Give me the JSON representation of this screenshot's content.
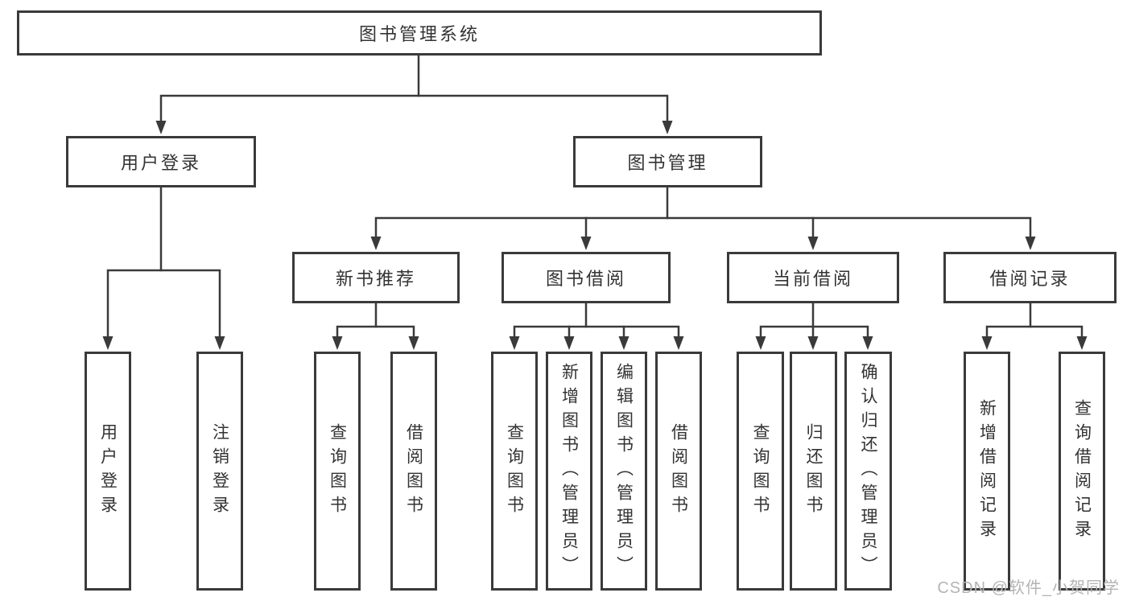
{
  "colors": {
    "line": "#3a3a3a",
    "text": "#333333",
    "watermark": "#b4b4b4",
    "background": "#ffffff"
  },
  "watermark": "CSDN @软件_小贺同学",
  "diagram": {
    "type": "tree",
    "root": {
      "label": "图书管理系统",
      "children": [
        {
          "label": "用户登录",
          "children": [
            {
              "label": "用户登录"
            },
            {
              "label": "注销登录"
            }
          ]
        },
        {
          "label": "图书管理",
          "children": [
            {
              "label": "新书推荐",
              "children": [
                {
                  "label": "查询图书"
                },
                {
                  "label": "借阅图书"
                }
              ]
            },
            {
              "label": "图书借阅",
              "children": [
                {
                  "label": "查询图书"
                },
                {
                  "label": "新增图书（管理员）"
                },
                {
                  "label": "编辑图书（管理员）"
                },
                {
                  "label": "借阅图书"
                }
              ]
            },
            {
              "label": "当前借阅",
              "children": [
                {
                  "label": "查询图书"
                },
                {
                  "label": "归还图书"
                },
                {
                  "label": "确认归还（管理员）"
                }
              ]
            },
            {
              "label": "借阅记录",
              "children": [
                {
                  "label": "新增借阅记录"
                },
                {
                  "label": "查询借阅记录"
                }
              ]
            }
          ]
        }
      ]
    }
  }
}
